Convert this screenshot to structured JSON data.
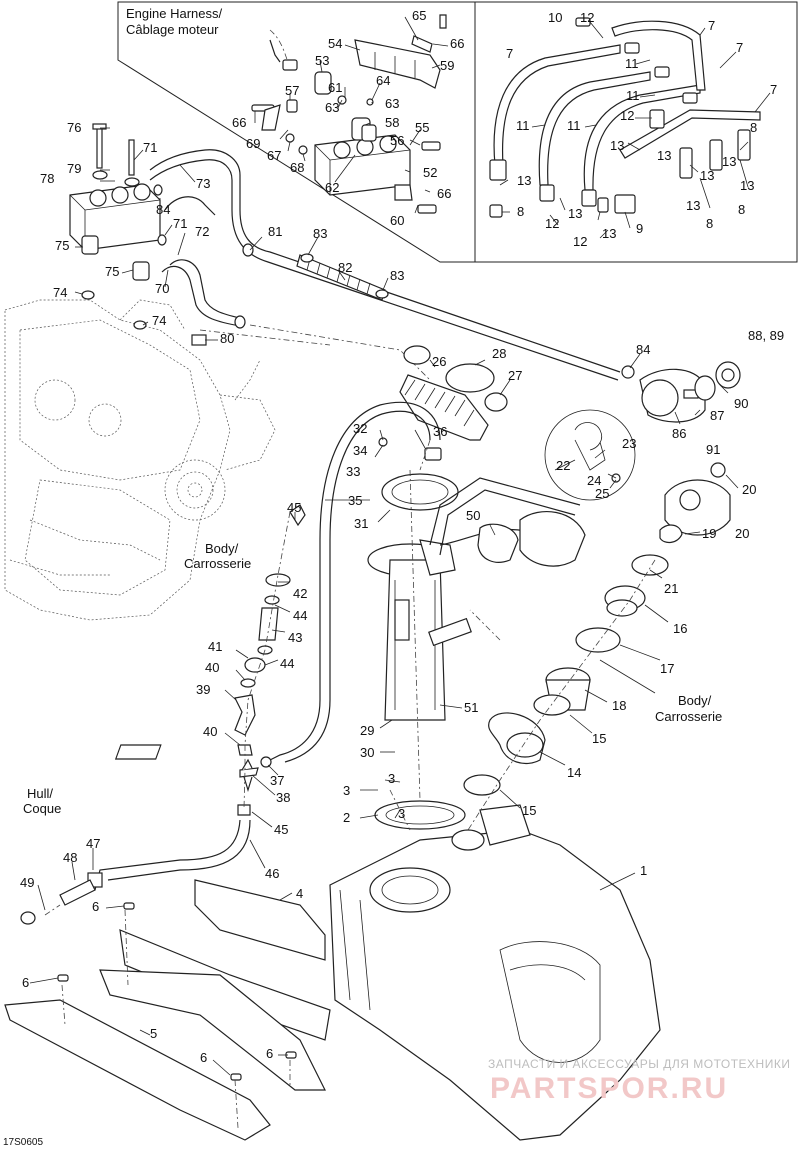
{
  "diagram_code": "17S0605",
  "labels": {
    "engine_harness": [
      "Engine Harness/",
      "Câblage moteur"
    ],
    "body_left": [
      "Body/",
      "Carrosserie"
    ],
    "body_right": [
      "Body/",
      "Carrosserie"
    ],
    "hull": [
      "Hull/",
      "Coque"
    ]
  },
  "callouts": [
    {
      "id": "c65",
      "text": "65"
    },
    {
      "id": "c54",
      "text": "54"
    },
    {
      "id": "c66a",
      "text": "66"
    },
    {
      "id": "c59",
      "text": "59"
    },
    {
      "id": "c53",
      "text": "53"
    },
    {
      "id": "c61",
      "text": "61"
    },
    {
      "id": "c64",
      "text": "64"
    },
    {
      "id": "c57",
      "text": "57"
    },
    {
      "id": "c63a",
      "text": "63"
    },
    {
      "id": "c63b",
      "text": "63"
    },
    {
      "id": "c66b",
      "text": "66"
    },
    {
      "id": "c58",
      "text": "58"
    },
    {
      "id": "c55",
      "text": "55"
    },
    {
      "id": "c69",
      "text": "69"
    },
    {
      "id": "c67",
      "text": "67"
    },
    {
      "id": "c56",
      "text": "56"
    },
    {
      "id": "c68",
      "text": "68"
    },
    {
      "id": "c62",
      "text": "62"
    },
    {
      "id": "c52",
      "text": "52"
    },
    {
      "id": "c66c",
      "text": "66"
    },
    {
      "id": "c60",
      "text": "60"
    },
    {
      "id": "c76",
      "text": "76"
    },
    {
      "id": "c71a",
      "text": "71"
    },
    {
      "id": "c79",
      "text": "79"
    },
    {
      "id": "c73",
      "text": "73"
    },
    {
      "id": "c78",
      "text": "78"
    },
    {
      "id": "c84a",
      "text": "84"
    },
    {
      "id": "c71b",
      "text": "71"
    },
    {
      "id": "c72",
      "text": "72"
    },
    {
      "id": "c81",
      "text": "81"
    },
    {
      "id": "c83a",
      "text": "83"
    },
    {
      "id": "c82",
      "text": "82"
    },
    {
      "id": "c83b",
      "text": "83"
    },
    {
      "id": "c75a",
      "text": "75"
    },
    {
      "id": "c75b",
      "text": "75"
    },
    {
      "id": "c70",
      "text": "70"
    },
    {
      "id": "c74a",
      "text": "74"
    },
    {
      "id": "c74b",
      "text": "74"
    },
    {
      "id": "c80",
      "text": "80"
    },
    {
      "id": "c10",
      "text": "10"
    },
    {
      "id": "c12a",
      "text": "12"
    },
    {
      "id": "c7a",
      "text": "7"
    },
    {
      "id": "c7b",
      "text": "7"
    },
    {
      "id": "c7c",
      "text": "7"
    },
    {
      "id": "c7d",
      "text": "7"
    },
    {
      "id": "c11a",
      "text": "11"
    },
    {
      "id": "c11b",
      "text": "11"
    },
    {
      "id": "c11c",
      "text": "11"
    },
    {
      "id": "c11d",
      "text": "11"
    },
    {
      "id": "c12b",
      "text": "12"
    },
    {
      "id": "c13a",
      "text": "13"
    },
    {
      "id": "c8a",
      "text": "8"
    },
    {
      "id": "c13b",
      "text": "13"
    },
    {
      "id": "c8b",
      "text": "8"
    },
    {
      "id": "c13c",
      "text": "13"
    },
    {
      "id": "c8c",
      "text": "8"
    },
    {
      "id": "c13d",
      "text": "13"
    },
    {
      "id": "c12c",
      "text": "12"
    },
    {
      "id": "c13e",
      "text": "13"
    },
    {
      "id": "c13f",
      "text": "13"
    },
    {
      "id": "c8d",
      "text": "8"
    },
    {
      "id": "c12d",
      "text": "12"
    },
    {
      "id": "c13g",
      "text": "13"
    },
    {
      "id": "c9",
      "text": "9"
    },
    {
      "id": "c13h",
      "text": "13"
    },
    {
      "id": "c13i",
      "text": "13"
    },
    {
      "id": "c26",
      "text": "26"
    },
    {
      "id": "c28",
      "text": "28"
    },
    {
      "id": "c27",
      "text": "27"
    },
    {
      "id": "c84b",
      "text": "84"
    },
    {
      "id": "c88",
      "text": "88, 89"
    },
    {
      "id": "c90",
      "text": "90"
    },
    {
      "id": "c87",
      "text": "87"
    },
    {
      "id": "c86",
      "text": "86"
    },
    {
      "id": "c91",
      "text": "91"
    },
    {
      "id": "c32",
      "text": "32"
    },
    {
      "id": "c34",
      "text": "34"
    },
    {
      "id": "c36",
      "text": "36"
    },
    {
      "id": "c33",
      "text": "33"
    },
    {
      "id": "c35",
      "text": "35"
    },
    {
      "id": "c31",
      "text": "31"
    },
    {
      "id": "c23",
      "text": "23"
    },
    {
      "id": "c22",
      "text": "22"
    },
    {
      "id": "c24",
      "text": "24"
    },
    {
      "id": "c25",
      "text": "25"
    },
    {
      "id": "c20a",
      "text": "20"
    },
    {
      "id": "c19",
      "text": "19"
    },
    {
      "id": "c20b",
      "text": "20"
    },
    {
      "id": "c45a",
      "text": "45"
    },
    {
      "id": "c50",
      "text": "50"
    },
    {
      "id": "c42",
      "text": "42"
    },
    {
      "id": "c44a",
      "text": "44"
    },
    {
      "id": "c43",
      "text": "43"
    },
    {
      "id": "c44b",
      "text": "44"
    },
    {
      "id": "c41",
      "text": "41"
    },
    {
      "id": "c40a",
      "text": "40"
    },
    {
      "id": "c39",
      "text": "39"
    },
    {
      "id": "c21",
      "text": "21"
    },
    {
      "id": "c16",
      "text": "16"
    },
    {
      "id": "c17",
      "text": "17"
    },
    {
      "id": "c18",
      "text": "18"
    },
    {
      "id": "c15a",
      "text": "15"
    },
    {
      "id": "c51",
      "text": "51"
    },
    {
      "id": "c29",
      "text": "29"
    },
    {
      "id": "c30",
      "text": "30"
    },
    {
      "id": "c40b",
      "text": "40"
    },
    {
      "id": "c37",
      "text": "37"
    },
    {
      "id": "c14",
      "text": "14"
    },
    {
      "id": "c3a",
      "text": "3"
    },
    {
      "id": "c3b",
      "text": "3"
    },
    {
      "id": "c38",
      "text": "38"
    },
    {
      "id": "c2",
      "text": "2"
    },
    {
      "id": "c3c",
      "text": "3"
    },
    {
      "id": "c15b",
      "text": "15"
    },
    {
      "id": "c45b",
      "text": "45"
    },
    {
      "id": "c47",
      "text": "47"
    },
    {
      "id": "c48",
      "text": "48"
    },
    {
      "id": "c46",
      "text": "46"
    },
    {
      "id": "c49",
      "text": "49"
    },
    {
      "id": "c1",
      "text": "1"
    },
    {
      "id": "c6a",
      "text": "6"
    },
    {
      "id": "c4",
      "text": "4"
    },
    {
      "id": "c6b",
      "text": "6"
    },
    {
      "id": "c5",
      "text": "5"
    },
    {
      "id": "c6c",
      "text": "6"
    },
    {
      "id": "c6d",
      "text": "6"
    }
  ],
  "watermark": {
    "line1": "ЗАПЧАСТИ И АКСЕССУАРЫ ДЛЯ МОТОТЕХНИКИ",
    "line2": "PARTSPOR.RU"
  }
}
